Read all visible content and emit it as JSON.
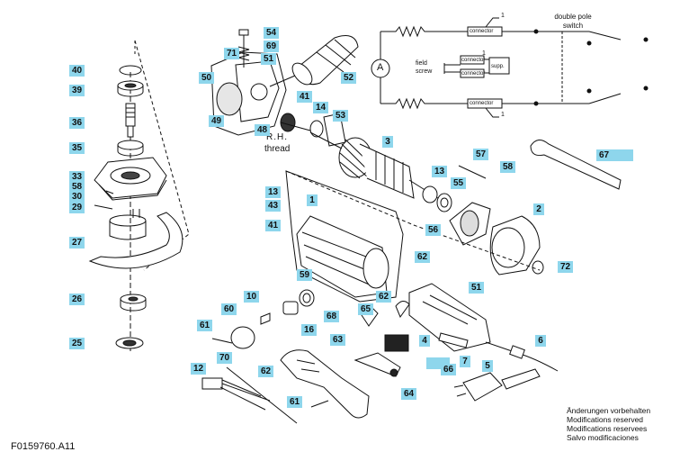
{
  "figure_code": "F0159760.A11",
  "notice_lines": [
    "Änderungen vorbehalten",
    "Modifications reserved",
    "Modifications reservees",
    "Salvo modificaciones"
  ],
  "thread_label": {
    "line1": "R.H.",
    "line2": "thread"
  },
  "wiring": {
    "switch_label": "double pole switch",
    "motor_symbol": "A",
    "field_screw_label": "field screw",
    "connector_label": "connector",
    "supp_label": "supp.",
    "lead_number": "1"
  },
  "callouts": [
    {
      "id": "40",
      "label": "40"
    },
    {
      "id": "39",
      "label": "39"
    },
    {
      "id": "36",
      "label": "36"
    },
    {
      "id": "35",
      "label": "35"
    },
    {
      "id": "33",
      "label": "33"
    },
    {
      "id": "58a",
      "label": "58"
    },
    {
      "id": "30",
      "label": "30"
    },
    {
      "id": "29",
      "label": "29"
    },
    {
      "id": "27",
      "label": "27"
    },
    {
      "id": "26",
      "label": "26"
    },
    {
      "id": "25",
      "label": "25"
    },
    {
      "id": "54",
      "label": "54"
    },
    {
      "id": "71",
      "label": "71"
    },
    {
      "id": "69",
      "label": "69"
    },
    {
      "id": "51a",
      "label": "51"
    },
    {
      "id": "50",
      "label": "50"
    },
    {
      "id": "52",
      "label": "52"
    },
    {
      "id": "49",
      "label": "49"
    },
    {
      "id": "41a",
      "label": "41"
    },
    {
      "id": "14",
      "label": "14"
    },
    {
      "id": "53",
      "label": "53"
    },
    {
      "id": "48",
      "label": "48"
    },
    {
      "id": "3",
      "label": "3"
    },
    {
      "id": "13a",
      "label": "13"
    },
    {
      "id": "43",
      "label": "43"
    },
    {
      "id": "41b",
      "label": "41"
    },
    {
      "id": "57",
      "label": "57"
    },
    {
      "id": "58b",
      "label": "58"
    },
    {
      "id": "67",
      "label": "67"
    },
    {
      "id": "13b",
      "label": "13"
    },
    {
      "id": "55",
      "label": "55"
    },
    {
      "id": "1",
      "label": "1"
    },
    {
      "id": "2",
      "label": "2"
    },
    {
      "id": "56",
      "label": "56"
    },
    {
      "id": "72",
      "label": "72"
    },
    {
      "id": "62a",
      "label": "62"
    },
    {
      "id": "59",
      "label": "59"
    },
    {
      "id": "51b",
      "label": "51"
    },
    {
      "id": "10",
      "label": "10"
    },
    {
      "id": "62b",
      "label": "62"
    },
    {
      "id": "68",
      "label": "68"
    },
    {
      "id": "60",
      "label": "60"
    },
    {
      "id": "65",
      "label": "65"
    },
    {
      "id": "61a",
      "label": "61"
    },
    {
      "id": "16",
      "label": "16"
    },
    {
      "id": "63",
      "label": "63"
    },
    {
      "id": "4",
      "label": "4"
    },
    {
      "id": "6",
      "label": "6"
    },
    {
      "id": "7",
      "label": "7"
    },
    {
      "id": "66",
      "label": "66"
    },
    {
      "id": "12",
      "label": "12"
    },
    {
      "id": "70",
      "label": "70"
    },
    {
      "id": "62c",
      "label": "62"
    },
    {
      "id": "5",
      "label": "5"
    },
    {
      "id": "64",
      "label": "64"
    },
    {
      "id": "61b",
      "label": "61"
    }
  ],
  "blank_highlights": [
    "67-bar",
    "66-bar"
  ]
}
